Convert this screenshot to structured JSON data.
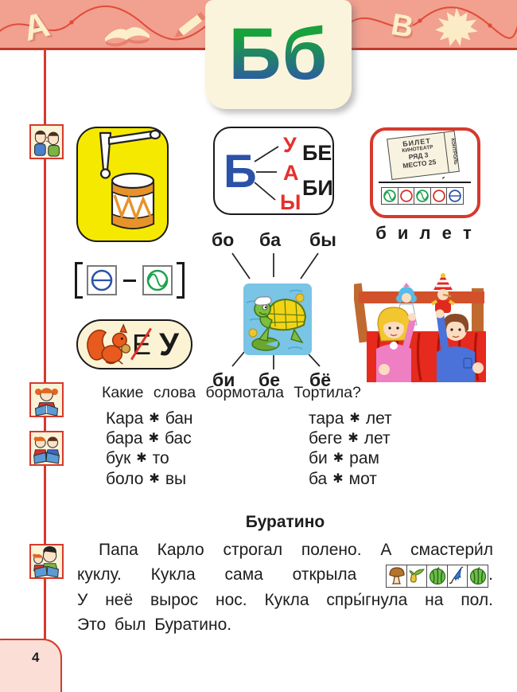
{
  "page_number": "4",
  "header": {
    "deco_letter_a": "А",
    "deco_letter_v": "В",
    "lesson_letters": "Бб",
    "deco_icons": [
      "letter-a",
      "open-book",
      "pencil",
      "letter-v",
      "maple-leaf"
    ]
  },
  "margin_icons": [
    "speaking-listening",
    "reading-girl",
    "reading-pair",
    "reading-with-adult"
  ],
  "merge_diagram": {
    "consonant": "Б",
    "vowels": [
      "У",
      "А",
      "Ы"
    ],
    "syllables": [
      "БЕ",
      "БИ"
    ]
  },
  "ticket_card": {
    "ticket_lines": [
      "БИЛЕТ",
      "КИНОТЕАТР",
      "РЯД 3",
      "МЕСТО 25"
    ],
    "ticket_side": "КОНТРОЛЬ",
    "stress_mark": "´",
    "sound_scheme": [
      "soft-consonant-green",
      "vowel-red",
      "soft-consonant-green",
      "vowel-red-stressed",
      "hard-consonant-blue"
    ],
    "caption": "б и л е т"
  },
  "hard_soft_scheme": {
    "left_symbol": "hard-consonant-blue",
    "right_symbol": "soft-consonant-green"
  },
  "squirrel_card": {
    "crossed_letter": "Е",
    "new_letter": "У"
  },
  "turtle_block": {
    "syllables_top": [
      "бо",
      "ба",
      "бы"
    ],
    "syllables_bottom": [
      "би",
      "бе",
      "бё"
    ]
  },
  "question": "Какие слова бормотала Тортила?",
  "word_puzzles": {
    "star": "✱",
    "left": [
      [
        "Кара",
        "бан"
      ],
      [
        "бара",
        "бас"
      ],
      [
        "бук",
        "то"
      ],
      [
        "боло",
        "вы"
      ]
    ],
    "right": [
      [
        "тара",
        "лет"
      ],
      [
        "беге",
        "лет"
      ],
      [
        "би",
        "рам"
      ],
      [
        "ба",
        "мот"
      ]
    ]
  },
  "story": {
    "title": "Буратино",
    "line1": "Папа Карло строгал полено. А смастери́л",
    "line2_before": "куклу. Кукла сама открыла",
    "line2_after": ".",
    "line3": "У неё вырос нос. Кукла спры́гнула на пол.",
    "line4": "Это был Буратино.",
    "rebus_icons": [
      "mushroom",
      "onion",
      "watermelon",
      "umbrella",
      "watermelon"
    ]
  },
  "colors": {
    "header_band": "#F2A08F",
    "accent_red": "#D6392E",
    "card_cream": "#FAF4DC",
    "yellow_card": "#F6E900",
    "letter_gradient_top": "#17A23B",
    "letter_gradient_bottom": "#2E56AA",
    "consonant_blue": "#2B52A8",
    "vowel_red": "#E6302C",
    "soft_green": "#1EA24E",
    "water_blue": "#7AC4E6"
  }
}
